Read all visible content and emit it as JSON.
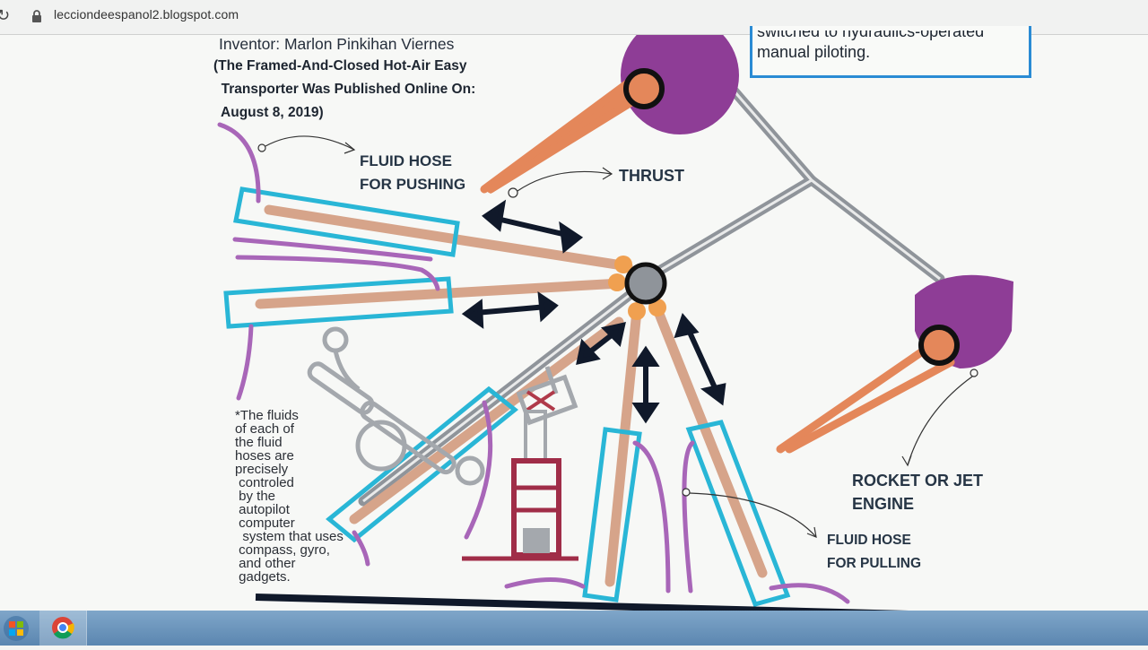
{
  "browser": {
    "url": "lecciondeespanol2.blogspot.com",
    "reload_glyph": "↻"
  },
  "diagram": {
    "credit": "Inventor: Marlon Pinkihan Viernes",
    "published_note": "(The Framed-And-Closed Hot-Air Easy\n  Transporter Was Published Online On:\n  August 8, 2019)",
    "note_box_line1": "switched to hydraulics-operated",
    "note_box_line2": "manual piloting.",
    "label_push": "FLUID HOSE\nFOR PUSHING",
    "label_thrust": "THRUST",
    "label_engine": "ROCKET OR JET\nENGINE",
    "label_pull": "FLUID HOSE\nFOR PULLING",
    "footnote": "*The fluids\nof each of\nthe fluid\nhoses are\nprecisely\n controled\n by the\n autopilot\n computer\n  system that uses\n compass, gyro,\n and other\n gadgets."
  },
  "colors": {
    "cylinder_outline": "#29b6d6",
    "piston_rod": "#d6a48a",
    "hose": "#a866b8",
    "engine": "#8e3d96",
    "nozzle": "#e4875a",
    "frame": "#8f949a",
    "arrow": "#10192a",
    "taskbar": "#6b95bd"
  },
  "icons": [
    "lock-icon",
    "reload-icon",
    "windows-start-icon",
    "chrome-icon"
  ]
}
